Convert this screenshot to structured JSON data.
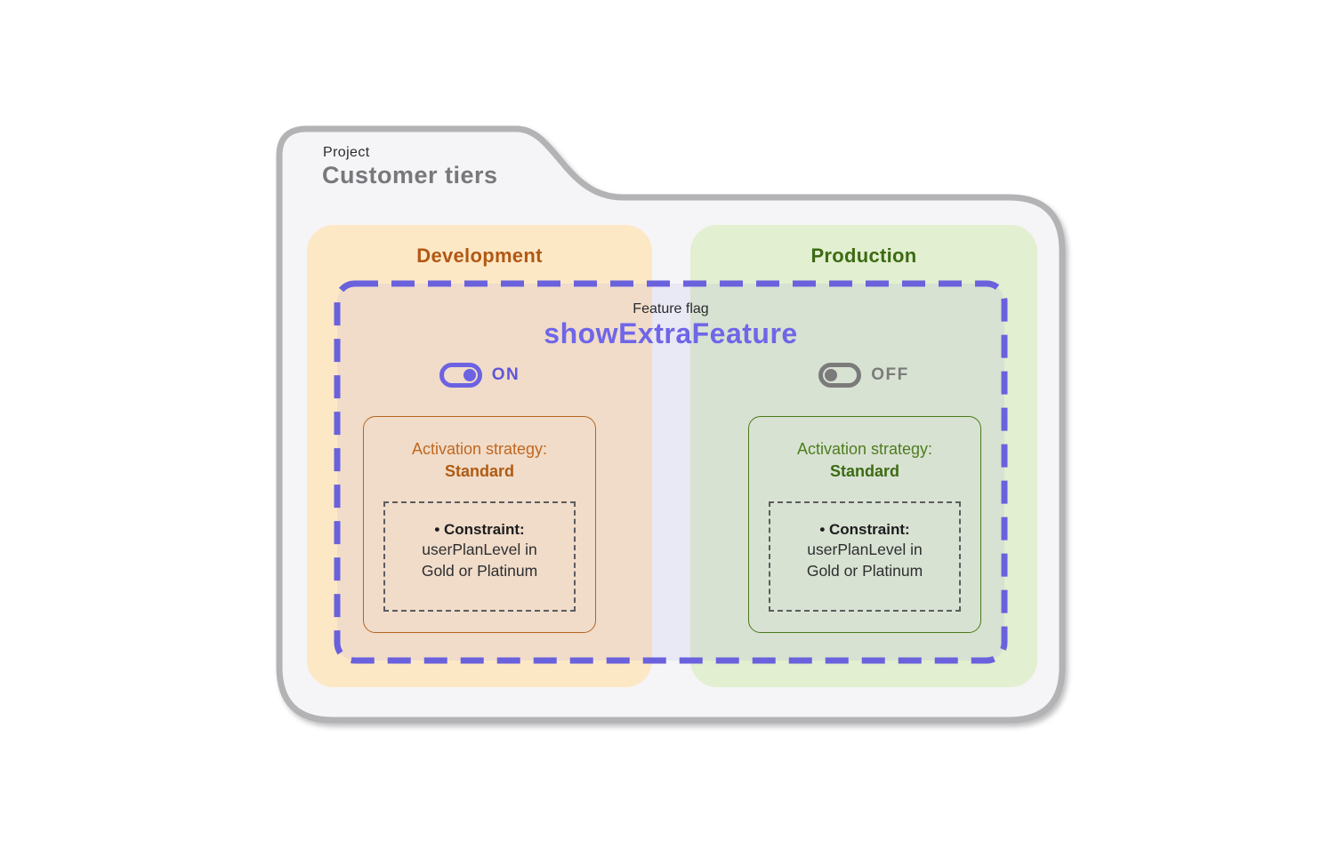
{
  "project": {
    "label": "Project",
    "title": "Customer tiers",
    "folder_fill": "#f5f5f7",
    "folder_border": "#b3b3b5"
  },
  "feature_flag": {
    "label": "Feature flag",
    "name": "showExtraFeature",
    "accent_color": "#6f66e8",
    "dash_color": "#6a61dd",
    "overlay_fill": "rgba(128,120,232,0.10)"
  },
  "environments": [
    {
      "name": "Development",
      "bg_color": "#fde8c6",
      "header_color": "#b25815",
      "toggle": {
        "state": "ON",
        "on": true,
        "color": "#6c62e2"
      },
      "strategy": {
        "label": "Activation strategy:",
        "value": "Standard",
        "label_color": "#c2671f",
        "value_color": "#b05a12",
        "border_color": "#b5651f",
        "constraint": {
          "title": "• Constraint:",
          "lines": [
            "userPlanLevel in",
            "Gold or Platinum"
          ]
        }
      }
    },
    {
      "name": "Production",
      "bg_color": "#e2efd0",
      "header_color": "#3d6b14",
      "toggle": {
        "state": "OFF",
        "on": false,
        "color": "#7b7b7b"
      },
      "strategy": {
        "label": "Activation strategy:",
        "value": "Standard",
        "label_color": "#4e7d1f",
        "value_color": "#3c6b13",
        "border_color": "#49791b",
        "constraint": {
          "title": "• Constraint:",
          "lines": [
            "userPlanLevel in",
            "Gold or Platinum"
          ]
        }
      }
    }
  ]
}
